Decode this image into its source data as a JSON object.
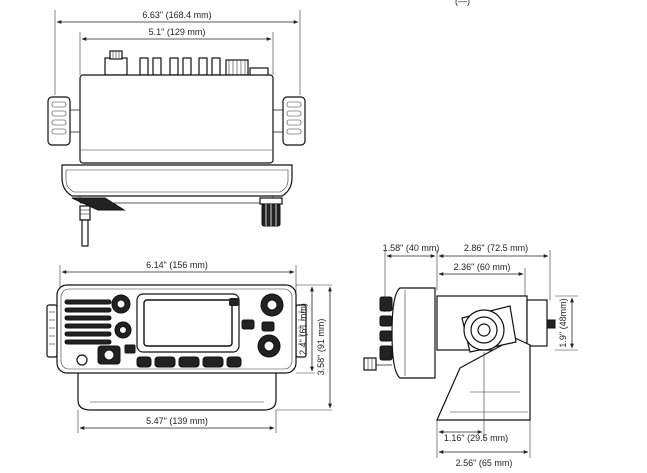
{
  "dimensions": {
    "top_overall_width": "6.63\" (168.4 mm)",
    "top_body_width": "5.1\" (129 mm)",
    "top_cut_label": "(—)",
    "front_width": "6.14\" (156 mm)",
    "front_body_height": "2.4\" (61 mm)",
    "front_total_height": "3.58\" (91 mm)",
    "front_bracket_width": "5.47\" (139 mm)",
    "side_front_depth": "1.58\" (40 mm)",
    "side_depth": "2.86\" (72.5 mm)",
    "side_body_depth": "2.36\" (60 mm)",
    "side_height": "1.9\" (48mm)",
    "side_knob_offset": "1.16\" (29.5 mm)",
    "side_bracket_depth": "2.56\" (65 mm)"
  }
}
